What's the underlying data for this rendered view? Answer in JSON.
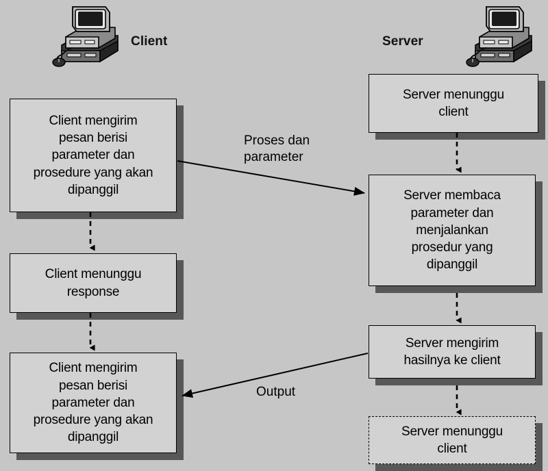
{
  "diagram": {
    "title": "Client-Server RPC flow diagram",
    "background_color": "#c6c6c6",
    "node_fill_color": "#d2d2d2",
    "node_border_color": "#000000",
    "shadow_color": "#585858"
  },
  "endpoints": [
    {
      "id": "client",
      "label": "Client",
      "icon": "desktop-computer-icon"
    },
    {
      "id": "server",
      "label": "Server",
      "icon": "desktop-computer-icon"
    }
  ],
  "client_nodes": [
    {
      "id": "client-send-1",
      "lines": [
        "Client mengirim",
        "pesan berisi",
        "parameter dan",
        "prosedure yang akan",
        "dipanggil"
      ],
      "border": "solid"
    },
    {
      "id": "client-wait",
      "lines": [
        "Client menunggu",
        "response"
      ],
      "border": "solid"
    },
    {
      "id": "client-send-2",
      "lines": [
        "Client mengirim",
        "pesan berisi",
        "parameter dan",
        "prosedure yang akan",
        "dipanggil"
      ],
      "border": "solid"
    }
  ],
  "server_nodes": [
    {
      "id": "server-wait-1",
      "lines": [
        "Server menunggu",
        "client"
      ],
      "border": "solid"
    },
    {
      "id": "server-read",
      "lines": [
        "Server membaca",
        "parameter dan",
        "menjalankan",
        "prosedur yang",
        "dipanggil"
      ],
      "border": "solid"
    },
    {
      "id": "server-send",
      "lines": [
        "Server mengirim",
        "hasilnya ke client"
      ],
      "border": "solid"
    },
    {
      "id": "server-wait-2",
      "lines": [
        "Server menunggu",
        "client"
      ],
      "border": "dashed"
    }
  ],
  "edge_labels": [
    {
      "id": "request-label",
      "lines": [
        "Proses dan",
        "parameter"
      ]
    },
    {
      "id": "response-label",
      "lines": [
        "Output"
      ]
    }
  ]
}
